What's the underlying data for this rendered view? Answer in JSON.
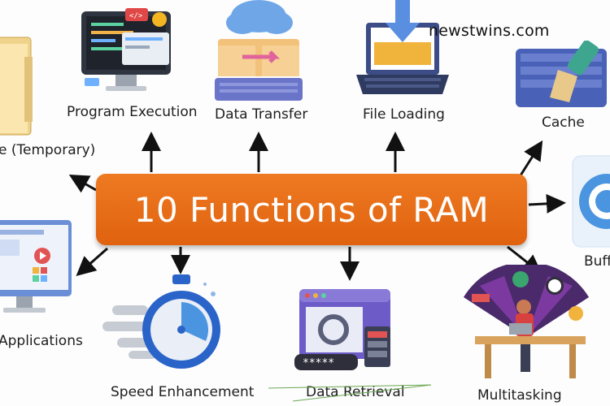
{
  "title": "10 Functions of RAM",
  "watermark": "newstwins.com",
  "functions": [
    {
      "label": "Program Execution",
      "icon": "program-execution-icon"
    },
    {
      "label": "Data Transfer",
      "icon": "data-transfer-icon"
    },
    {
      "label": "File Loading",
      "icon": "file-loading-icon"
    },
    {
      "label": "Cache",
      "icon": "cache-icon"
    },
    {
      "label": "Buff",
      "icon": "buffer-icon"
    },
    {
      "label": "Multitasking",
      "icon": "multitasking-icon"
    },
    {
      "label": "Data Retrieval",
      "icon": "data-retrieval-icon"
    },
    {
      "label": "Speed Enhancement",
      "icon": "speed-enhancement-icon"
    },
    {
      "label": "Applications",
      "icon": "applications-icon"
    },
    {
      "label": "e (Temporary)",
      "icon": "temporary-storage-icon"
    }
  ],
  "colors": {
    "banner": "#e86b17",
    "arrow": "#111111",
    "text": "#1e1e1e"
  }
}
